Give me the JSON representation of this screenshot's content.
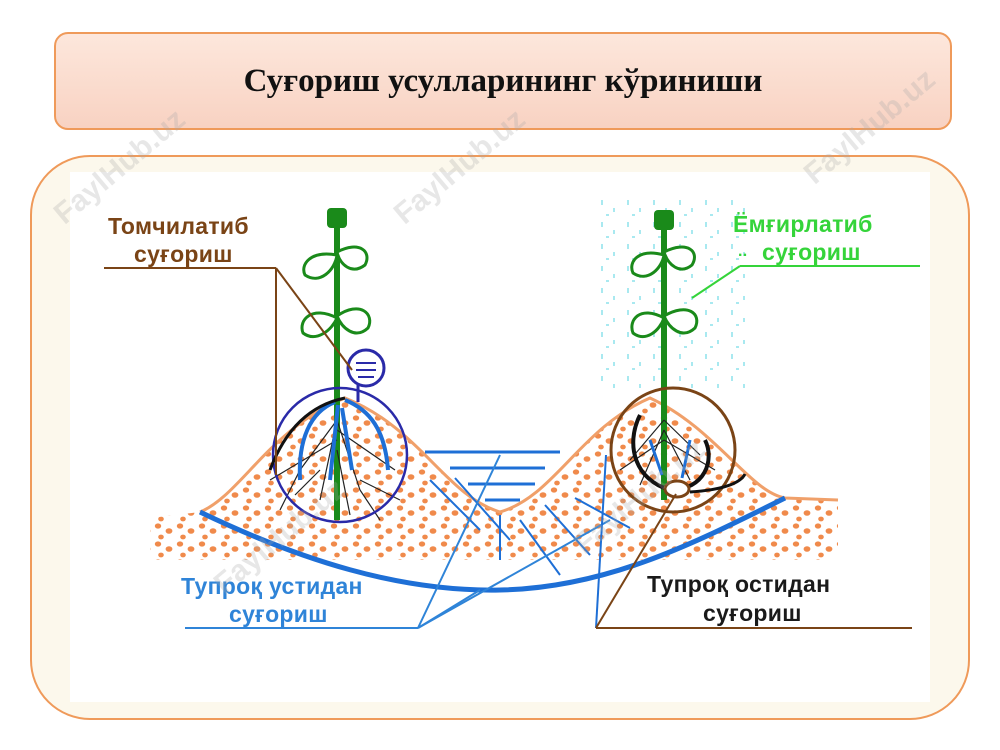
{
  "title": "Суғориш усулларининг кўриниши",
  "labels": {
    "drip_line1": "Томчилатиб",
    "drip_line2": "суғориш",
    "sprinkle_line1": "Ёмғирлатиб",
    "sprinkle_line2": "суғориш",
    "sprinkle_mark": "..",
    "surface_line1": "Тупроқ устидан",
    "surface_line2": "суғориш",
    "subsurface_line1": "Тупроқ остидан",
    "subsurface_line2": "суғориш"
  },
  "watermark": "FaylHub.uz",
  "colors": {
    "accent_border": "#ef9a5a",
    "soil_dots": "#f08a4b",
    "water": "#1e6fd6",
    "stem": "#1a8a1a",
    "drip_label": "#7a4416",
    "surface_label": "#2f84d8",
    "sprinkle_label": "#35d43a"
  }
}
